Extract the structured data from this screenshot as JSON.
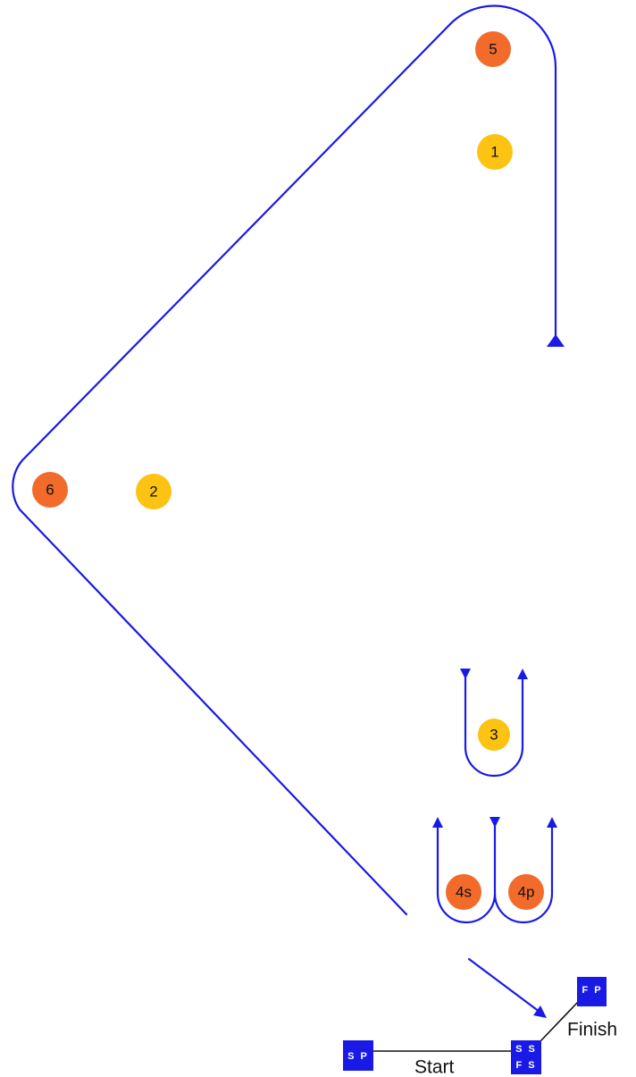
{
  "colors": {
    "route": "#1a1ae6",
    "mark_orange": "#f26b2a",
    "mark_yellow": "#fcc313",
    "flag": "#1a1ae6",
    "line": "#111111"
  },
  "marks": [
    {
      "id": "5",
      "label": "5",
      "color": "orange"
    },
    {
      "id": "1",
      "label": "1",
      "color": "yellow"
    },
    {
      "id": "6",
      "label": "6",
      "color": "orange"
    },
    {
      "id": "2",
      "label": "2",
      "color": "yellow"
    },
    {
      "id": "3",
      "label": "3",
      "color": "yellow"
    },
    {
      "id": "4s",
      "label": "4s",
      "color": "orange"
    },
    {
      "id": "4p",
      "label": "4p",
      "color": "orange"
    }
  ],
  "flags": {
    "start_pin": [
      "S P"
    ],
    "start_boat": [
      "S S",
      "F S"
    ],
    "finish_pin": [
      "F P"
    ]
  },
  "labels": {
    "start": "Start",
    "finish": "Finish"
  }
}
